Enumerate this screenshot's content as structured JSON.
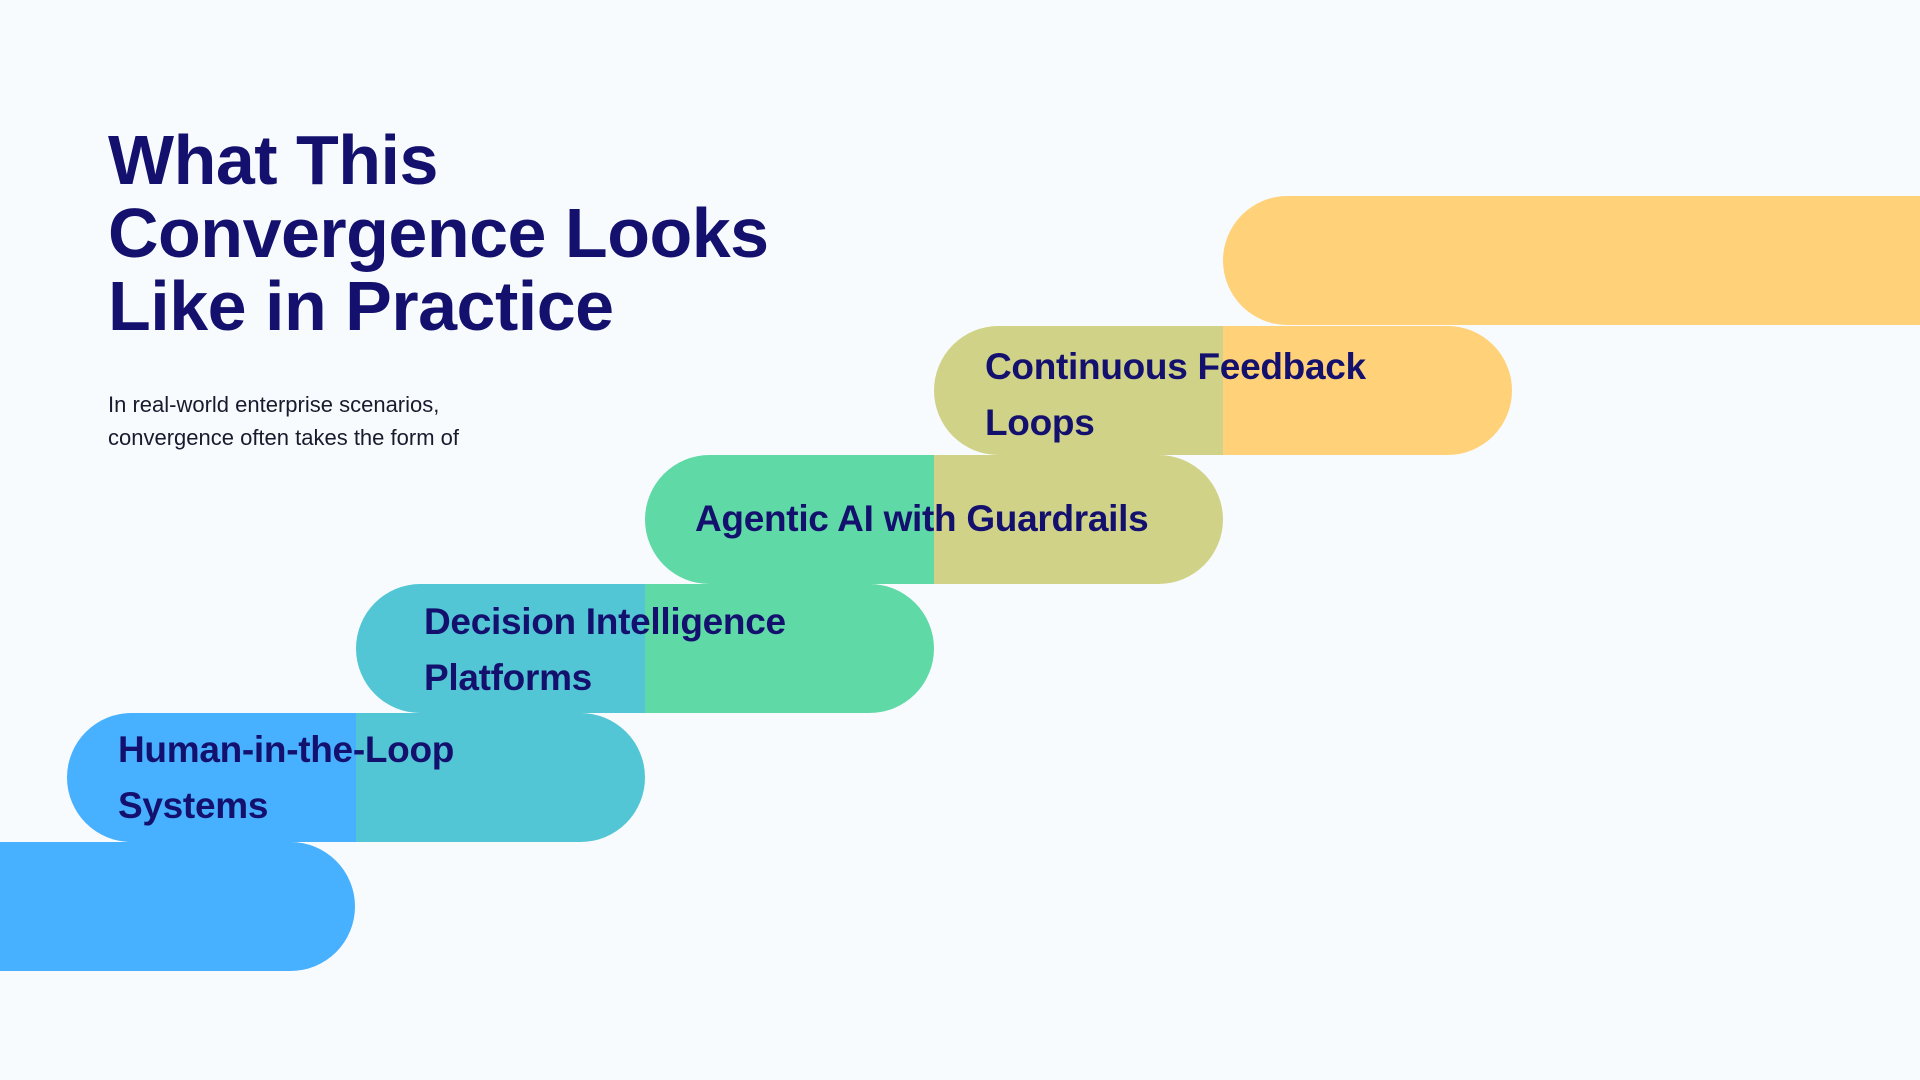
{
  "header": {
    "title_lines": [
      "What This",
      "Convergence Looks",
      "Like in Practice"
    ],
    "subtitle_lines": [
      "In real-world enterprise scenarios,",
      "convergence often takes the form of"
    ]
  },
  "steps": [
    {
      "lines": [
        "Human-in-the-Loop",
        "Systems"
      ]
    },
    {
      "lines": [
        "Decision Intelligence",
        "Platforms"
      ]
    },
    {
      "lines": [
        "Agentic AI with Guardrails"
      ]
    },
    {
      "lines": [
        "Continuous Feedback",
        "Loops"
      ]
    }
  ],
  "colors": {
    "background": "#F8FBFE",
    "text": "#14116E",
    "step_colors": [
      "#47B0FF",
      "#52C6D4",
      "#5FD9A6",
      "#D0D387",
      "#FFD178"
    ]
  }
}
